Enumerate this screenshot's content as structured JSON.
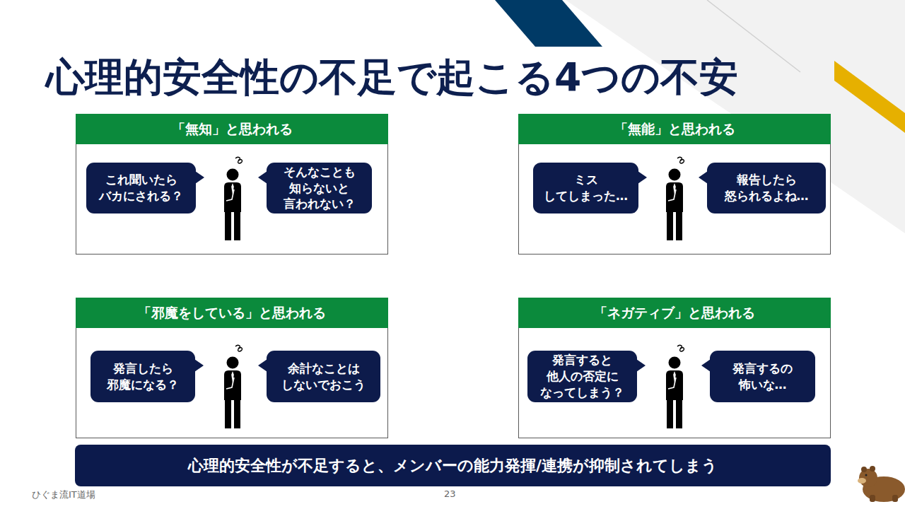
{
  "diagram": {
    "title": "心理的安全性の不足で起こる4つの不安",
    "nodes": [
      {
        "text": [
          "「無知」と思われる"
        ]
      },
      {
        "text": [
          "これ聞いたら バカにされる？"
        ],
        "in": 0
      },
      {
        "text": [
          "そんなことも 知らないと 言われない？"
        ],
        "in": 0
      },
      {
        "text": [
          "「無能」と思われる"
        ]
      },
      {
        "text": [
          "ミス してしまった…"
        ],
        "in": 3
      },
      {
        "text": [
          "報告したら 怒られるよね…"
        ],
        "in": 3
      },
      {
        "text": [
          "「邪魔をしている」と思われる"
        ]
      },
      {
        "text": [
          "発言したら 邪魔になる？"
        ],
        "in": 6
      },
      {
        "text": [
          "余計なことは しないでおこう"
        ],
        "in": 6
      },
      {
        "text": [
          "「ネガティブ」と思われる"
        ]
      },
      {
        "text": [
          "発言すると 他人の否定に なってしまう？"
        ],
        "in": 9
      },
      {
        "text": [
          "発言するの 怖いな…"
        ],
        "in": 9
      },
      {
        "text": [
          "心理的安全性が不足すると、メンバーの能力発揮/連携が抑制されてしまう"
        ]
      }
    ],
    "labels": [
      "ひぐま流IT道場",
      "23"
    ]
  }
}
